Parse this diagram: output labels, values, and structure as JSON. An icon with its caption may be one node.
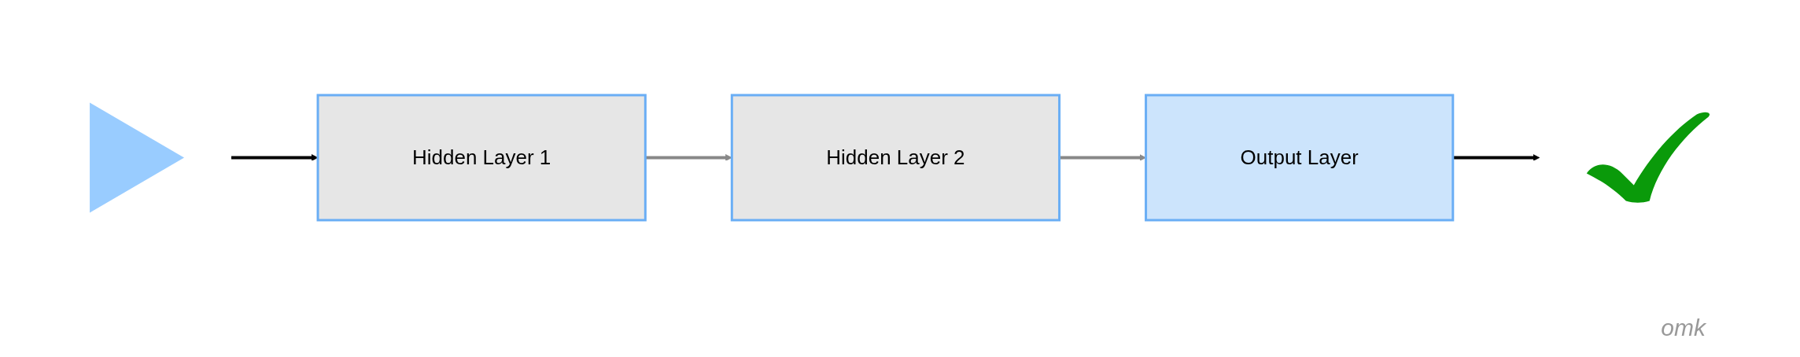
{
  "diagram": {
    "nodes": [
      {
        "text": [],
        "shape": "triangle"
      },
      {
        "text": [
          "Hidden Layer 1"
        ]
      },
      {
        "text": [
          "Hidden Layer 2"
        ]
      },
      {
        "text": [
          "Output Layer"
        ]
      },
      {
        "text": [],
        "shape": "picture"
      }
    ],
    "edges": [
      {
        "from": 0,
        "to": 1,
        "arrow": "to"
      },
      {
        "from": 1,
        "to": 2,
        "arrow": "to",
        "color": "#888888"
      },
      {
        "from": 2,
        "to": 3,
        "arrow": "to",
        "color": "#888888"
      },
      {
        "from": 3,
        "to": 4,
        "arrow": "to"
      }
    ],
    "labels": [
      "omk"
    ]
  }
}
